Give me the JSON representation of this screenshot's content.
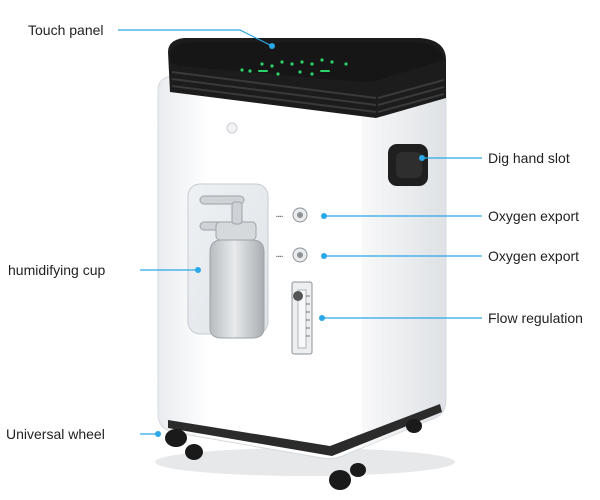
{
  "labels": {
    "touch_panel": "Touch panel",
    "dig_hand_slot": "Dig hand slot",
    "oxygen_export_1": "Oxygen export",
    "oxygen_export_2": "Oxygen export",
    "humidifying_cup": "humidifying cup",
    "flow_regulation": "Flow regulation",
    "universal_wheel": "Universal wheel"
  },
  "colors": {
    "leader_line": "#2aa7e6",
    "body": "#ffffff",
    "top_panel": "#1c1c1c",
    "panel_leds": "#2bd46a",
    "text": "#222222"
  }
}
